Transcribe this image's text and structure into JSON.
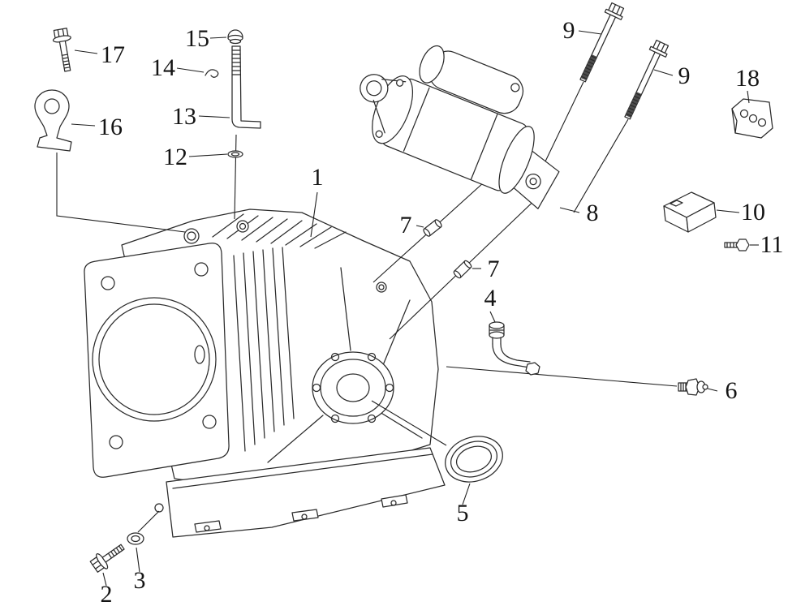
{
  "diagram": {
    "kind": "exploded-parts-diagram",
    "colors": {
      "ink": "#2b2b2b",
      "background": "#ffffff"
    },
    "callouts": {
      "part1": "1",
      "part2": "2",
      "part3": "3",
      "part4": "4",
      "part5": "5",
      "part6": "6",
      "part7a": "7",
      "part7b": "7",
      "part8": "8",
      "part9a": "9",
      "part9b": "9",
      "part10": "10",
      "part11": "11",
      "part12": "12",
      "part13": "13",
      "part14": "14",
      "part15": "15",
      "part16": "16",
      "part17": "17",
      "part18": "18"
    }
  }
}
